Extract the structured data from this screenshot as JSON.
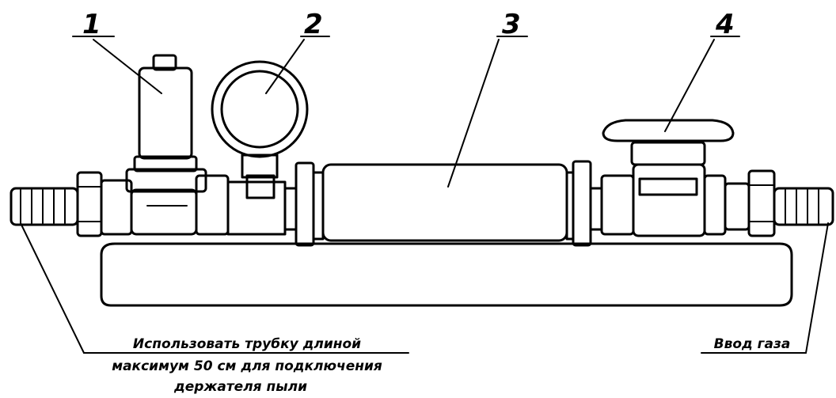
{
  "callouts": [
    {
      "label": "1"
    },
    {
      "label": "2"
    },
    {
      "label": "3"
    },
    {
      "label": "4"
    }
  ],
  "notes": {
    "tube_note": [
      "Использовать трубку длиной",
      "максимум 50 см для подключения",
      "держателя пыли"
    ],
    "gas_inlet": "Ввод газа"
  }
}
